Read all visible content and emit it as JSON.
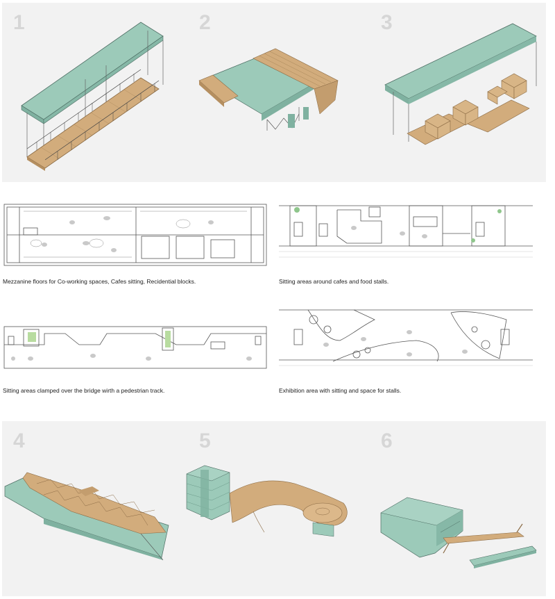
{
  "steps": [
    {
      "number": "1"
    },
    {
      "number": "2"
    },
    {
      "number": "3"
    },
    {
      "number": "4"
    },
    {
      "number": "5"
    },
    {
      "number": "6"
    }
  ],
  "plans": [
    {
      "caption": "Mezzanine floors for Co-working spaces, Cafes sitting, Recidential blocks."
    },
    {
      "caption": "Sitting areas around cafes and food stalls."
    },
    {
      "caption": "Sitting areas clamped over the bridge wirth a pedestrian track."
    },
    {
      "caption": "Exhibition area with sitting and space for stalls."
    }
  ],
  "colors": {
    "band": "#f2f2f2",
    "roof": "#9ccab9",
    "wood": "#d2ac7c",
    "line": "#555555",
    "number": "#d6d6d6"
  }
}
